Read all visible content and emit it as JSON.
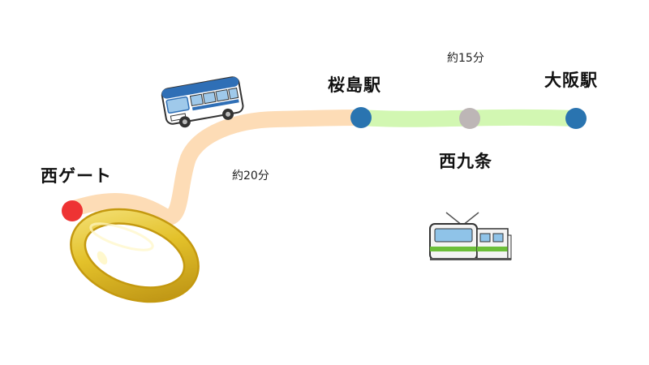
{
  "stations": {
    "west_gate": "西ゲート",
    "sakurajima": "桜島駅",
    "nishikujo": "西九条",
    "osaka": "大阪駅"
  },
  "times": {
    "bus": "約20分",
    "train": "約15分"
  },
  "colors": {
    "bus_route": "#fddcb6",
    "train_route": "#d2f7b2",
    "start_marker": "#ee3333",
    "station_marker": "#2a74b0",
    "transfer_marker": "#bdb6b6",
    "ring_gold": "#e2c22c"
  },
  "icons": {
    "bus": "bus-icon",
    "train": "train-icon",
    "ring": "ring-icon"
  }
}
